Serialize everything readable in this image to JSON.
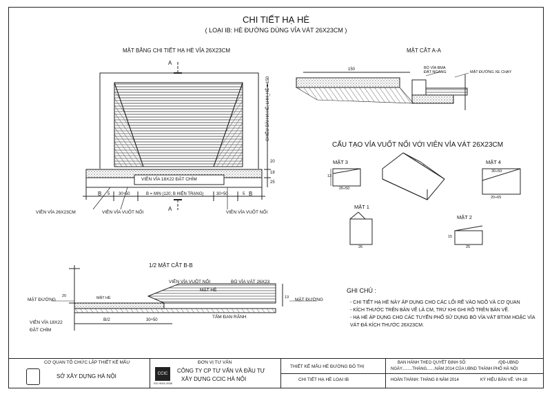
{
  "header": {
    "title": "CHI TIẾT HẠ HÈ",
    "subtitle": "( LOẠI IB: HÈ ĐƯỜNG DÙNG VỈA VÁT 26X23CM )"
  },
  "plan": {
    "title": "MẶT BẰNG CHI TIẾT HẠ HÈ VỈA 26X23CM",
    "label_vien_via": "VIÊN VỈA 18X22 ĐẶT CHÌM",
    "label_b": "B = MIN (120; B HIỆN TRẠNG)",
    "dim_left": "30÷50",
    "dim_right": "30÷50",
    "dim_5_left": "5",
    "dim_5_right": "5",
    "dim_25": "25",
    "dim_18": "18",
    "dim_20": "20",
    "vertical_label": "CHIỀU DÀI HẠ HÈ, LHH_HÈ = 150",
    "callout_left1": "VIÊN VỈA 26X23CM",
    "callout_left2": "VIÊN VỈA VUỐT NỐI",
    "callout_right": "VIÊN VỈA VUỐT NỐI",
    "section_a": "A",
    "section_b": "B"
  },
  "section_aa": {
    "title": "MẶT CẮT A-A",
    "dim_150": "150",
    "label_bo_via": "BÓ VỈA BMA ĐẶT NGANG",
    "label_mat_duong": "MẶT ĐƯỜNG XE CHẠY"
  },
  "cau_tao": {
    "title": "CẤU TẠO VỈA VUỐT NỐI VỚI VIÊN VỈA VÁT 26X23CM",
    "mat3": "MẶT 3",
    "mat4": "MẶT 4",
    "mat1": "MẶT 1",
    "mat2": "MẶT 2",
    "dim_26_50": "26÷50",
    "dim_30_50": "30÷50",
    "dim_20_65": "20÷65",
    "dim_26": "26",
    "dim_25": "25",
    "dim_13": "13",
    "dim_15": "15"
  },
  "section_bb": {
    "title": "1/2 MẶT CẮT B-B",
    "mat_duong_left": "MẶT ĐƯỜNG",
    "mat_duong_right": "MẶT ĐƯỜNG",
    "mat_he": "MẶT HÈ",
    "mat_he_small": "MẶT HÈ",
    "vien_via_vuot_noi": "VIÊN VỈA VUỐT NỐI",
    "bo_via": "BÓ VỈA VÁT 26X23",
    "vien_via_18": "VIÊN VỈA 18X22",
    "dat_chim": "ĐẶT CHÌM",
    "tam_dan": "TẤM ĐAN RÃNH",
    "b2": "B/2",
    "dim_30_50": "30÷50",
    "dim_20": "20",
    "dim_13": "13"
  },
  "notes": {
    "title": "GHI CHÚ :",
    "items": [
      "- CHI TIẾT HẠ HÈ NÀY ÁP DỤNG CHO CÁC LỐI RẼ VÀO NGÕ VÀ CƠ QUAN",
      "- KÍCH THƯỚC TRÊN BẢN VẼ LÀ CM, TRỪ KHI GHI RÕ TRÊN BẢN VẼ.",
      "- HẠ HÈ ÁP DỤNG CHO CÁC TUYẾN PHỐ SỬ DỤNG BÓ VỈA VÁT BTXM HOẶC VỈA",
      "  VÁT ĐÁ KÍCH THƯỚC 26X23CM."
    ]
  },
  "title_block": {
    "c1_top": "CƠ QUAN TỔ CHỨC LẬP THIẾT KẾ MẪU",
    "c1_name": "SỞ XÂY DỰNG HÀ NỘI",
    "c2_top": "ĐƠN VỊ TƯ VẤN",
    "c2_name1": "CÔNG TY CP TƯ VẤN VÀ ĐẦU TƯ",
    "c2_name2": "XÂY DỰNG CCIC HÀ NỘI",
    "c2_logo": "CCIC",
    "c2_iso": "ISO 9001:2008",
    "c3_top": "THIẾT KẾ MẪU HÈ ĐƯỜNG ĐÔ THỊ",
    "c3_bottom": "CHI TIẾT HẠ HÈ LOẠI IB",
    "c4_l1": "BAN HÀNH THEO QUYẾT ĐỊNH SỐ:",
    "c4_l1b": "/QĐ-UBND",
    "c4_l2": "NGÀY.........THÁNG.......NĂM 2014 CỦA UBND THÀNH PHỐ HÀ NỘI",
    "c4_l3": "HOÀN THÀNH: THÁNG 8 NĂM 2014",
    "c4_l3b": "KÝ HIỆU BẢN VẼ:  VH-18"
  }
}
